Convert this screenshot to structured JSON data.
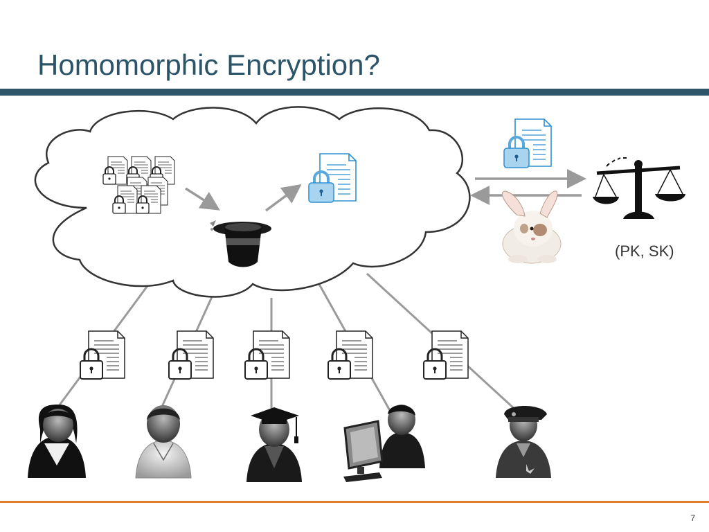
{
  "title": "Homomorphic Encryption?",
  "keys_label": "(PK, SK)",
  "page_number": "7",
  "colors": {
    "title": "#2b5468",
    "title_bar": "#2e5568",
    "footer_line": "#e07a2c",
    "doc_blue": "#2f8fd0",
    "arrow_gray": "#9a9a9a"
  },
  "icons": {
    "encrypted_documents_stack": "locked-document-stack-icon",
    "magic_hat": "magic-top-hat-icon",
    "encrypted_result": "blue-locked-document-icon",
    "returned_document": "blue-locked-document-icon",
    "rabbit": "rabbit-icon",
    "scales": "balance-scales-icon",
    "user_documents": "locked-document-icon",
    "users": [
      "woman-user-icon",
      "user-icon",
      "graduate-user-icon",
      "computer-user-icon",
      "police-officer-icon"
    ]
  }
}
